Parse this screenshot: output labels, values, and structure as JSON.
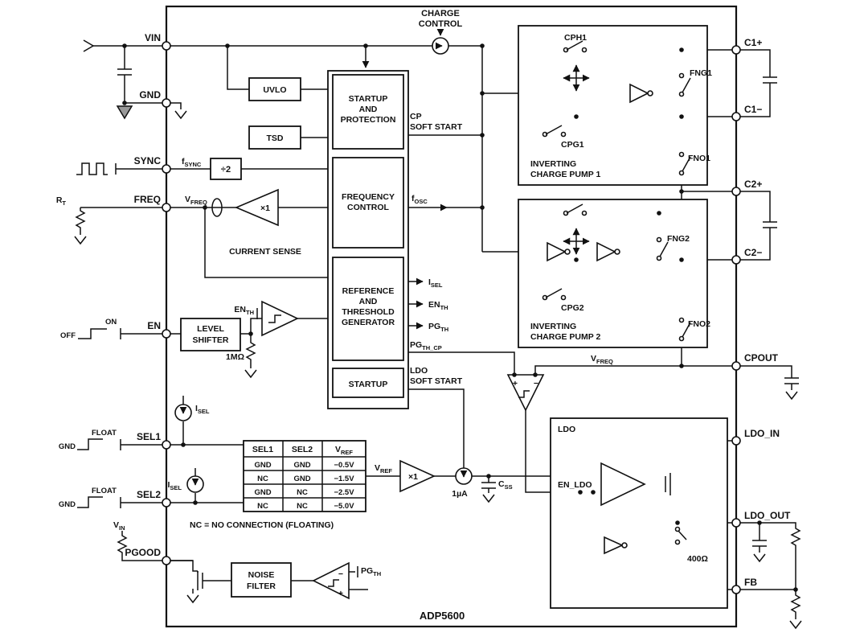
{
  "part_number": "ADP5600",
  "pins": {
    "left": [
      {
        "label": "VIN"
      },
      {
        "label": "GND"
      },
      {
        "label": "SYNC"
      },
      {
        "label": "FREQ"
      },
      {
        "label": "EN"
      },
      {
        "label": "SEL1"
      },
      {
        "label": "SEL2"
      },
      {
        "label": "PGOOD"
      }
    ],
    "right": [
      {
        "label": "C1+"
      },
      {
        "label": "C1−"
      },
      {
        "label": "C2+"
      },
      {
        "label": "C2−"
      },
      {
        "label": "CPOUT"
      },
      {
        "label": "LDO_IN"
      },
      {
        "label": "LDO_OUT"
      },
      {
        "label": "FB"
      }
    ]
  },
  "blocks": {
    "charge_control_1": "CHARGE",
    "charge_control_2": "CONTROL",
    "uvlo": "UVLO",
    "tsd": "TSD",
    "startup_protection_1": "STARTUP",
    "startup_protection_2": "AND",
    "startup_protection_3": "PROTECTION",
    "cp_soft_start_1": "CP",
    "cp_soft_start_2": "SOFT START",
    "frequency_control_1": "FREQUENCY",
    "frequency_control_2": "CONTROL",
    "reference_1": "REFERENCE",
    "reference_2": "AND",
    "reference_3": "THRESHOLD",
    "reference_4": "GENERATOR",
    "startup": "STARTUP",
    "ldo_soft_start_1": "LDO",
    "ldo_soft_start_2": "SOFT START",
    "level_shifter_1": "LEVEL",
    "level_shifter_2": "SHIFTER",
    "noise_filter_1": "NOISE",
    "noise_filter_2": "FILTER",
    "divide_by_2": "÷2",
    "current_sense_gain": "×1",
    "vref_buffer_gain": "×1",
    "current_sense": "CURRENT SENSE",
    "ldo": "LDO",
    "en_ldo": "EN_LDO",
    "cp1_1": "INVERTING",
    "cp1_2": "CHARGE PUMP 1",
    "cp2_1": "INVERTING",
    "cp2_2": "CHARGE PUMP 2"
  },
  "signals": {
    "fsync": {
      "base": "f",
      "sub": "SYNC"
    },
    "fosc": {
      "base": "f",
      "sub": "OSC"
    },
    "vfreq": {
      "base": "V",
      "sub": "FREQ"
    },
    "rt": {
      "base": "R",
      "sub": "T"
    },
    "enth": {
      "base": "EN",
      "sub": "TH"
    },
    "isel": {
      "base": "I",
      "sub": "SEL"
    },
    "pgth": {
      "base": "PG",
      "sub": "TH"
    },
    "pgth_cp": {
      "base": "PG",
      "sub": "TH_CP"
    },
    "vref": {
      "base": "V",
      "sub": "REF"
    },
    "css": {
      "base": "C",
      "sub": "SS"
    },
    "vin": {
      "base": "V",
      "sub": "IN"
    }
  },
  "components": {
    "pullup_1m": "1MΩ",
    "bias_1ua": "1µA",
    "bleed_400": "400Ω",
    "cph1": "CPH1",
    "cpg1": "CPG1",
    "fng1": "FNG1",
    "fno1": "FNO1",
    "cpg2": "CPG2",
    "fng2": "FNG2",
    "fno2": "FNO2"
  },
  "waveforms": {
    "en_on": "ON",
    "en_off": "OFF",
    "sel1_float": "FLOAT",
    "sel1_gnd": "GND",
    "sel2_float": "FLOAT",
    "sel2_gnd": "GND"
  },
  "table": {
    "headers": [
      {
        "label": "SEL1"
      },
      {
        "label": "SEL2"
      },
      {
        "base": "V",
        "sub": "REF"
      }
    ],
    "rows": [
      [
        "GND",
        "GND",
        "−0.5V"
      ],
      [
        "NC",
        "GND",
        "−1.5V"
      ],
      [
        "GND",
        "NC",
        "−2.5V"
      ],
      [
        "NC",
        "NC",
        "−5.0V"
      ]
    ],
    "note": "NC = NO CONNECTION (FLOATING)"
  }
}
